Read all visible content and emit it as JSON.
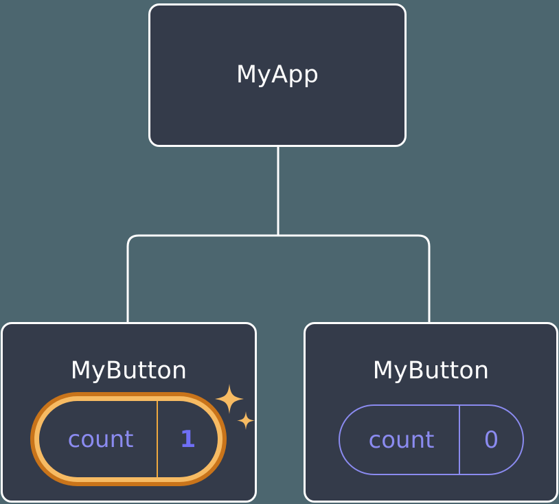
{
  "diagram": {
    "title": "React component tree with state",
    "background_color": "#4c666f",
    "node_fill_color": "#343b4a",
    "node_border_color": "#ffffff",
    "connector_color": "#ffffff",
    "highlight_outer_color": "#c9741a",
    "highlight_inner_color": "#f7bb63",
    "state_text_color": "#8b8bf0",
    "state_value_highlight_color": "#6f6ff5"
  },
  "root": {
    "name": "root-node",
    "title": "MyApp"
  },
  "children": [
    {
      "name": "child-node-left",
      "title": "MyButton",
      "highlighted": true,
      "state": {
        "key": "count",
        "value": "1"
      },
      "sparkle_icons": [
        "sparkle-large-icon",
        "sparkle-small-icon"
      ]
    },
    {
      "name": "child-node-right",
      "title": "MyButton",
      "highlighted": false,
      "state": {
        "key": "count",
        "value": "0"
      }
    }
  ]
}
